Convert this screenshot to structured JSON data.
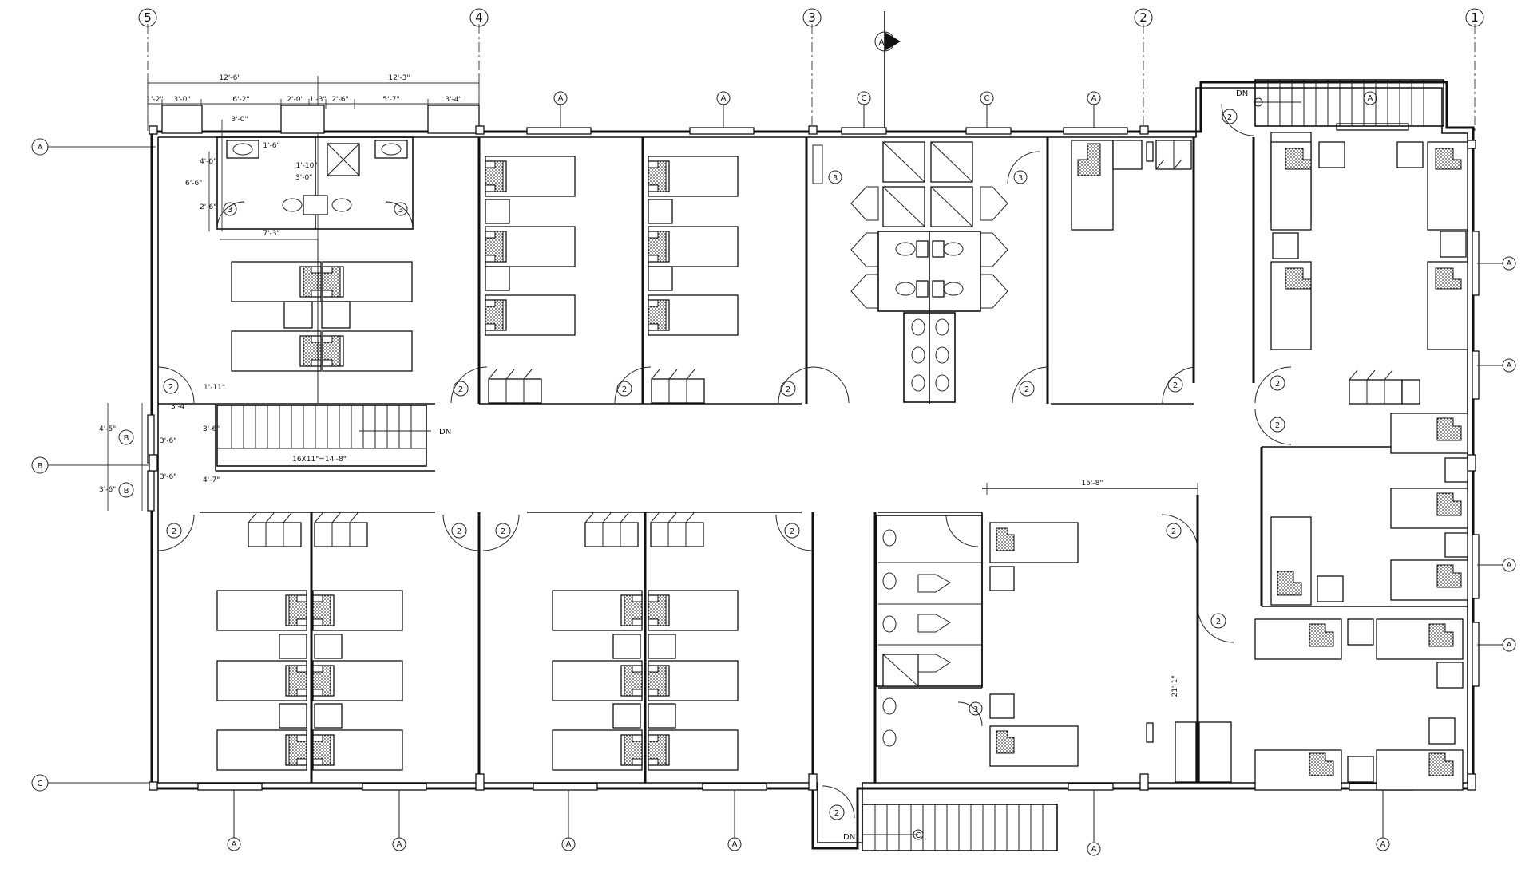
{
  "grid": {
    "columns": [
      "5",
      "4",
      "3",
      "2",
      "1"
    ],
    "rows": [
      "A",
      "B",
      "C"
    ]
  },
  "section_marker": "A",
  "window_tags": {
    "a": "A",
    "c": "C"
  },
  "door_tags": {
    "d2": "2",
    "d3": "3"
  },
  "stair_labels": {
    "dn": "DN",
    "main_stair_dim": "16X11\"=14'-8\""
  },
  "dimensions": {
    "top_left": "12'-6\"",
    "top_right": "12'-3\"",
    "seg1": "1'-2\"",
    "seg2": "3'-0\"",
    "seg3": "6'-2\"",
    "seg4": "2'-0\"",
    "seg5": "1'-3\"",
    "seg6": "2'-6\"",
    "seg7": "5'-7\"",
    "seg8": "3'-4\"",
    "bath_a": "3'-0\"",
    "bath_b": "1'-6\"",
    "bath_c": "1'-10\"",
    "bath_d": "4'-0\"",
    "bath_e": "6'-6\"",
    "bath_f": "2'-6\"",
    "bath_g": "3'-0\"",
    "bath_h": "7'-3\"",
    "left_a": "1'-11\"",
    "left_b": "3'-4\"",
    "left_c": "3'-6\"",
    "left_d": "4'-5\"",
    "left_e": "3'-6\"",
    "left_f": "3'-6\"",
    "left_g": "3'-6\"",
    "left_h": "4'-7\"",
    "room_width": "15'-8\"",
    "room_depth": "21'-1\""
  }
}
